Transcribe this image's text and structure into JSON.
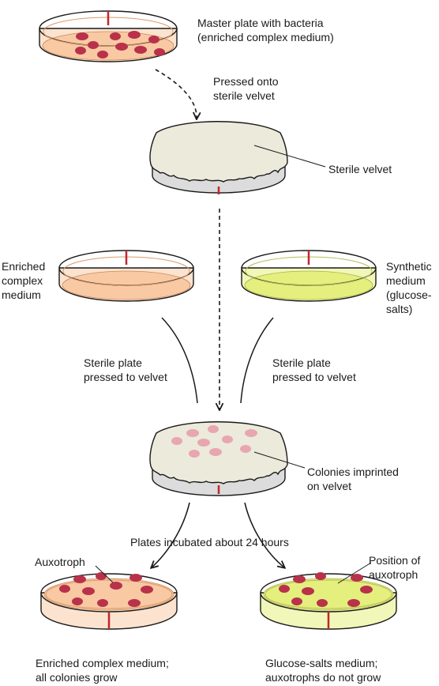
{
  "labels": {
    "master_plate": "Master plate with bacteria\n(enriched complex medium)",
    "pressed_onto": "Pressed onto\nsterile velvet",
    "sterile_velvet": "Sterile velvet",
    "enriched_complex": "Enriched\ncomplex\nmedium",
    "synthetic_medium": "Synthetic\nmedium\n(glucose-\nsalts)",
    "sterile_plate_left": "Sterile plate\npressed to velvet",
    "sterile_plate_right": "Sterile plate\npressed to velvet",
    "colonies_imprinted": "Colonies imprinted\non velvet",
    "plates_incubated": "Plates incubated about 24 hours",
    "auxotroph": "Auxotroph",
    "position_of_auxotroph": "Position of\nauxotroph",
    "enriched_result": "Enriched complex medium;\nall colonies grow",
    "glucose_result": "Glucose-salts medium;\nauxotrophs do not grow"
  },
  "colors": {
    "enriched_medium": "#f9c9a3",
    "enriched_rim": "#fbe3cf",
    "synthetic_medium": "#e4ef7e",
    "synthetic_rim": "#f1f7b8",
    "colony": "#b8324a",
    "imprint": "#e8a7b0",
    "velvet": "#ebeadb",
    "velvet_base": "#dcdcdc",
    "orientation_mark": "#c0272d"
  }
}
